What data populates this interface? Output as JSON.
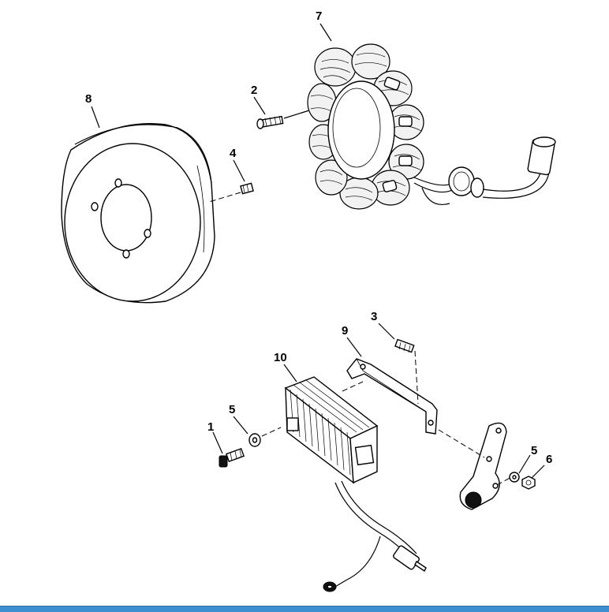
{
  "callouts": {
    "c1": "1",
    "c2": "2",
    "c3": "3",
    "c4": "4",
    "c5a": "5",
    "c5b": "5",
    "c6": "6",
    "c7": "7",
    "c8": "8",
    "c9": "9",
    "c10": "10"
  },
  "colors": {
    "line": "#000000",
    "background": "#ffffff",
    "footer_bar": "#3d8fcf"
  }
}
